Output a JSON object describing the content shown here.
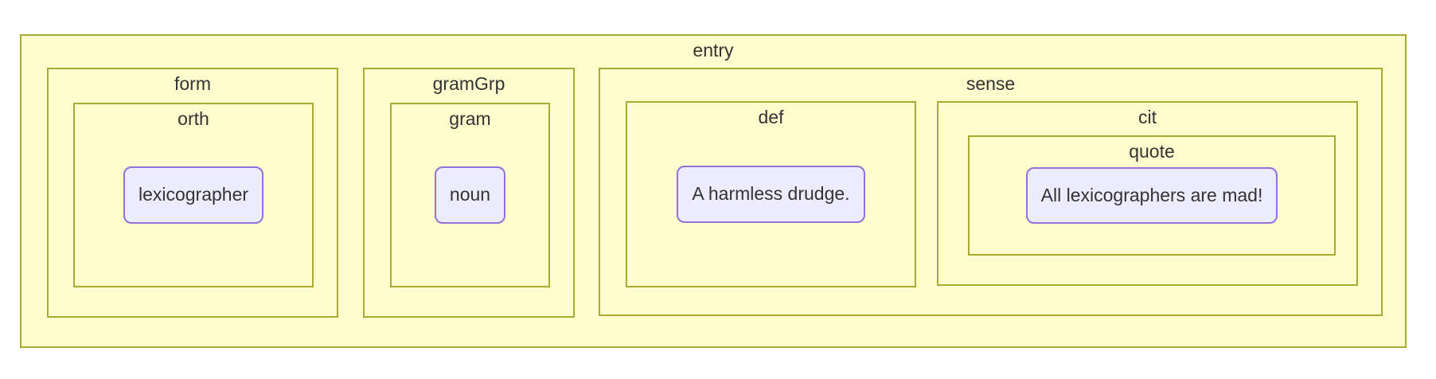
{
  "diagram": {
    "type": "nested-box-tree",
    "colors": {
      "container_fill": "#fdfdce",
      "container_border": "#aaaa33",
      "leaf_fill": "#ececff",
      "leaf_border": "#9370db",
      "text": "#333333",
      "page_background": "#ffffff"
    },
    "root": {
      "label": "entry",
      "children": [
        {
          "label": "form",
          "children": [
            {
              "label": "orth",
              "leaf": "lexicographer"
            }
          ]
        },
        {
          "label": "gramGrp",
          "children": [
            {
              "label": "gram",
              "leaf": "noun"
            }
          ]
        },
        {
          "label": "sense",
          "children": [
            {
              "label": "def",
              "leaf": "A harmless drudge."
            },
            {
              "label": "cit",
              "children": [
                {
                  "label": "quote",
                  "leaf": "All lexicographers are mad!"
                }
              ]
            }
          ]
        }
      ]
    }
  }
}
